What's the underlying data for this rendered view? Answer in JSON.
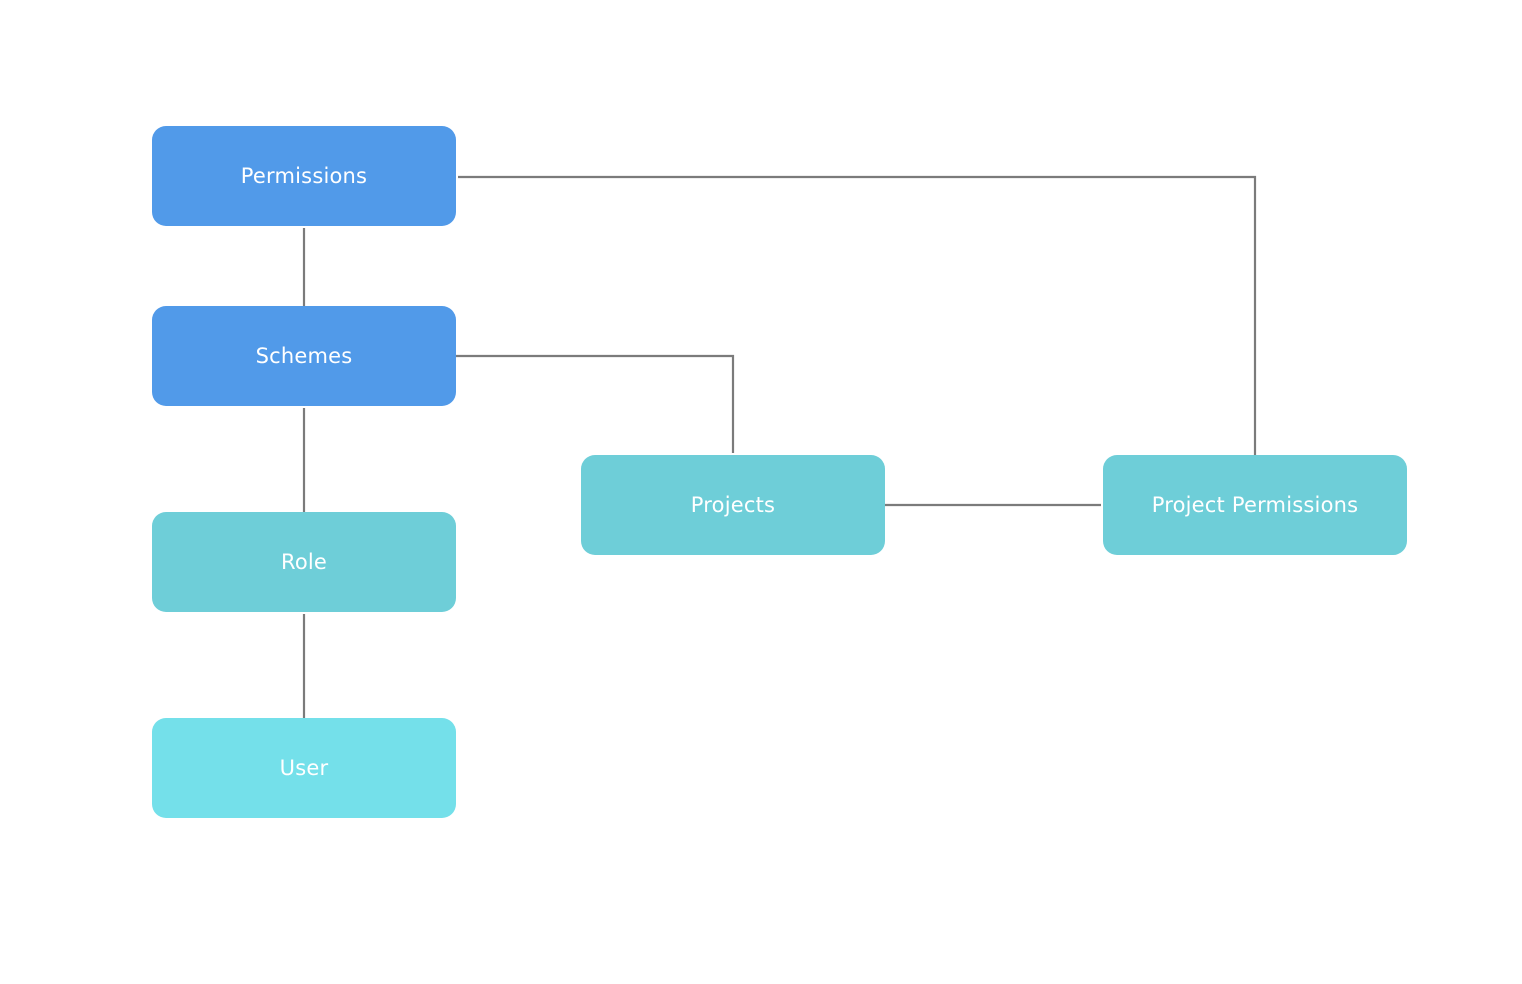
{
  "colors": {
    "primary": "#519AE9",
    "secondary": "#6ECED8",
    "light": "#74E0EA",
    "connector": "#7B7B7B",
    "text": "#FFFFFF"
  },
  "nodes": {
    "permissions": {
      "label": "Permissions",
      "color": "#519AE9"
    },
    "schemes": {
      "label": "Schemes",
      "color": "#519AE9"
    },
    "role": {
      "label": "Role",
      "color": "#6ECED8"
    },
    "user": {
      "label": "User",
      "color": "#74E0EA"
    },
    "projects": {
      "label": "Projects",
      "color": "#6ECED8"
    },
    "project_permissions": {
      "label": "Project Permissions",
      "color": "#6ECED8"
    }
  },
  "edges": [
    {
      "from": "user",
      "to": "role"
    },
    {
      "from": "role",
      "to": "schemes"
    },
    {
      "from": "schemes",
      "to": "permissions"
    },
    {
      "from": "schemes",
      "to": "projects"
    },
    {
      "from": "projects",
      "to": "project_permissions"
    },
    {
      "from": "project_permissions",
      "to": "permissions"
    }
  ]
}
